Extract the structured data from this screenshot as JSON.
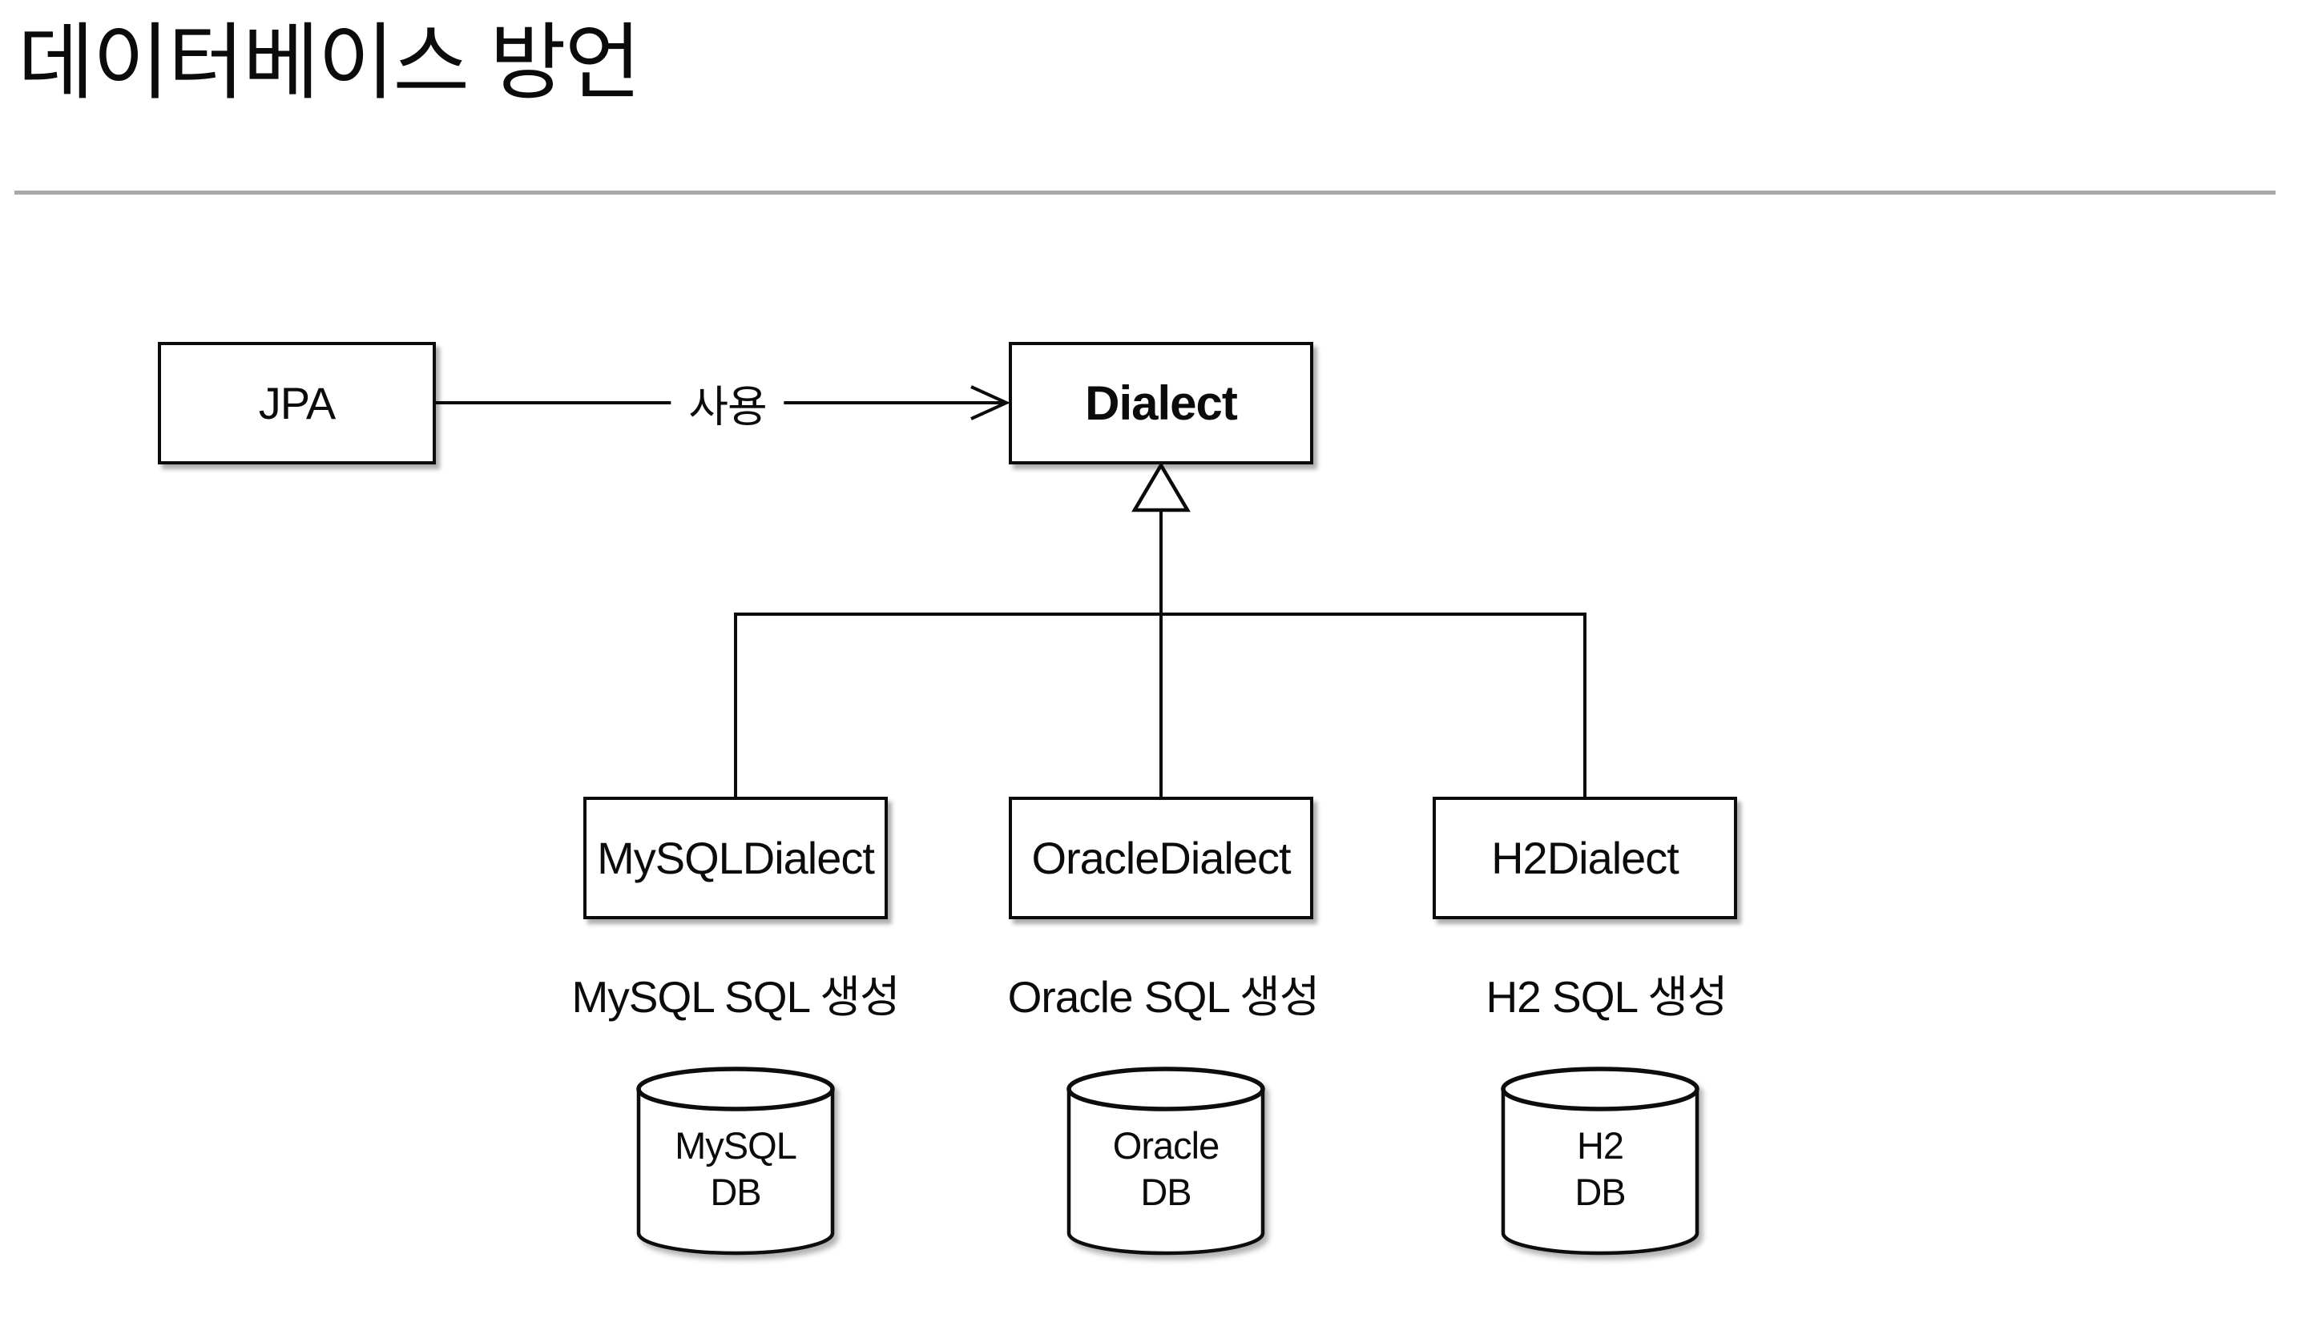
{
  "slide": {
    "title": "데이터베이스 방언"
  },
  "diagram": {
    "nodes": {
      "jpa": {
        "label": "JPA"
      },
      "dialect": {
        "label": "Dialect"
      }
    },
    "edges": {
      "uses_label": "사용",
      "uses_direction": "JPA → Dialect",
      "inheritance": "MySQLDialect / OracleDialect / H2Dialect → Dialect"
    },
    "subclasses": [
      {
        "label": "MySQLDialect",
        "caption": "MySQL SQL 생성",
        "db_line1": "MySQL",
        "db_line2": "DB"
      },
      {
        "label": "OracleDialect",
        "caption": "Oracle SQL 생성",
        "db_line1": "Oracle",
        "db_line2": "DB"
      },
      {
        "label": "H2Dialect",
        "caption": "H2 SQL 생성",
        "db_line1": "H2",
        "db_line2": "DB"
      }
    ]
  },
  "colors": {
    "background": "#ffffff",
    "line": "#0b0b0b",
    "divider": "#a8a8a8",
    "shadow": "rgba(0,0,0,0.32)"
  }
}
